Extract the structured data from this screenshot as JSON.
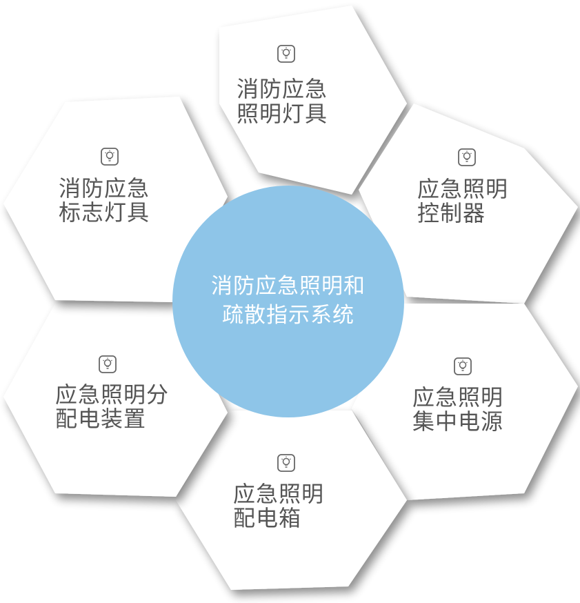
{
  "center": {
    "line1": "消防应急照明和",
    "line2": "疏散指示系统",
    "color": "#8ec5e8"
  },
  "nodes": [
    {
      "id": "top",
      "line1": "消防应急",
      "line2": "照明灯具",
      "icon": "lightbulb-icon"
    },
    {
      "id": "top-right",
      "line1": "应急照明",
      "line2": "控制器",
      "icon": "lightbulb-icon"
    },
    {
      "id": "bottom-right",
      "line1": "应急照明",
      "line2": "集中电源",
      "icon": "lightbulb-icon"
    },
    {
      "id": "bottom",
      "line1": "应急照明",
      "line2": "配电箱",
      "icon": "lightbulb-icon"
    },
    {
      "id": "bottom-left",
      "line1": "应急照明分",
      "line2": "配电装置",
      "icon": "lightbulb-icon"
    },
    {
      "id": "top-left",
      "line1": "消防应急",
      "line2": "标志灯具",
      "icon": "lightbulb-icon"
    }
  ],
  "colors": {
    "petal_fill": "#ffffff",
    "shadow": "#9a9a9a",
    "text": "#555555",
    "icon": "#666666"
  }
}
